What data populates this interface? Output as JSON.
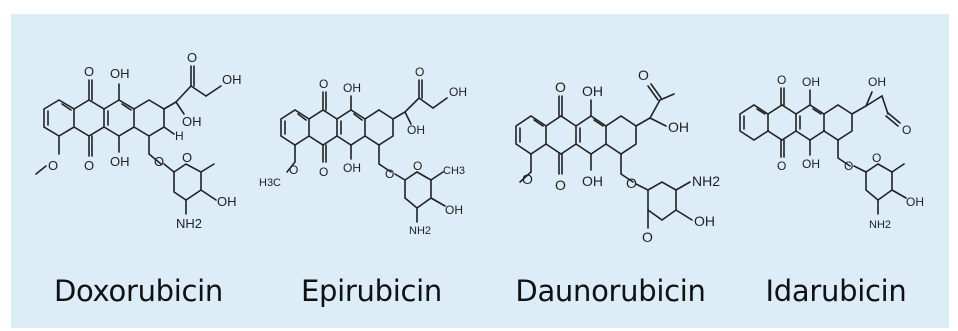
{
  "molecules": [
    {
      "name": "Doxorubicin",
      "labels": {
        "o_top": "O",
        "oh_top": "OH",
        "o_keto": "O",
        "oh_chain": "OH",
        "oh_c9": "OH",
        "o_bottom": "O",
        "oh_bottom": "OH",
        "h": "H",
        "o_glyco": "O",
        "o_ring": "O",
        "oh_sugar": "OH",
        "nh2": "NH2",
        "o_methoxy": "O"
      }
    },
    {
      "name": "Epirubicin",
      "labels": {
        "o_top": "O",
        "oh_top": "OH",
        "o_keto": "O",
        "oh_chain": "OH",
        "oh_c9": "OH",
        "o_bottom": "O",
        "oh_bottom": "OH",
        "o_glyco": "O",
        "o_ring": "O",
        "ch3": "CH3",
        "oh_sugar": "OH",
        "nh2": "NH2",
        "o_methoxy": "O",
        "h3c": "H3C"
      }
    },
    {
      "name": "Daunorubicin",
      "labels": {
        "o_top": "O",
        "oh_top": "OH",
        "o_keto": "O",
        "oh_c9": "OH",
        "o_bottom": "O",
        "oh_bottom": "OH",
        "o_glyco": "O",
        "o_ring": "O",
        "nh2": "NH2",
        "oh_sugar": "OH",
        "o_methoxy": "O"
      }
    },
    {
      "name": "Idarubicin",
      "labels": {
        "o_top": "O",
        "oh_top": "OH",
        "oh_c9": "OH",
        "o_keto": "O",
        "o_bottom": "O",
        "oh_bottom": "OH",
        "o_glyco": "O",
        "o_ring": "O",
        "oh_sugar": "OH",
        "nh2": "NH2"
      }
    }
  ]
}
